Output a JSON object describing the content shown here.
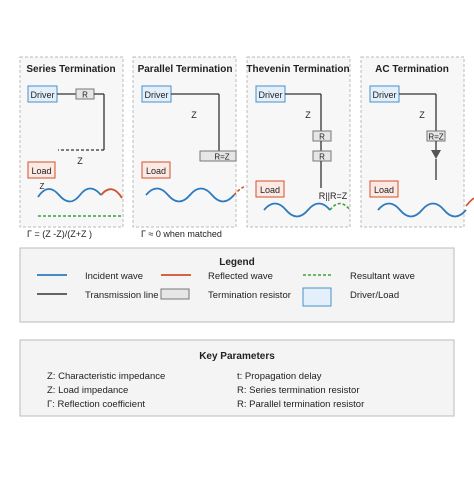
{
  "panels": [
    {
      "title": "Series Termination",
      "driver": "Driver",
      "resistor": "R",
      "impedance": "Z",
      "load": "Load",
      "load_z": "Z",
      "formula": "Γ = (Z  -Z)/(Z+Z  )"
    },
    {
      "title": "Parallel Termination",
      "driver": "Driver",
      "impedance": "Z",
      "resistor": "R=Z",
      "load": "Load",
      "formula": "Γ ≈ 0 when matched"
    },
    {
      "title": "Thevenin Termination",
      "driver": "Driver",
      "impedance": "Z",
      "resistor_top": "R",
      "resistor_bottom": "R",
      "load": "Load",
      "combo": "R||R=Z"
    },
    {
      "title": "AC Termination",
      "driver": "Driver",
      "impedance": "Z",
      "resistor": "R=Z",
      "load": "Load"
    }
  ],
  "legend": {
    "title": "Legend",
    "incident": "Incident wave",
    "reflected": "Reflected wave",
    "resultant": "Resultant wave",
    "line": "Transmission line",
    "resistor": "Termination resistor",
    "driver_load": "Driver/Load"
  },
  "params": {
    "title": "Key Parameters",
    "left": [
      "Z: Characteristic impedance",
      "Z: Load impedance",
      "Γ: Reflection coefficient"
    ],
    "right": [
      "t: Propagation delay",
      "R: Series termination resistor",
      "R: Parallel termination resistor"
    ]
  },
  "colors": {
    "incident": "#2b7bc0",
    "reflected": "#d0502a",
    "resultant": "#3aa33a",
    "box_blue_fill": "#e3f0fb",
    "box_blue_stroke": "#4a90c8",
    "box_red_fill": "#fde9e4",
    "box_red_stroke": "#d0502a"
  }
}
